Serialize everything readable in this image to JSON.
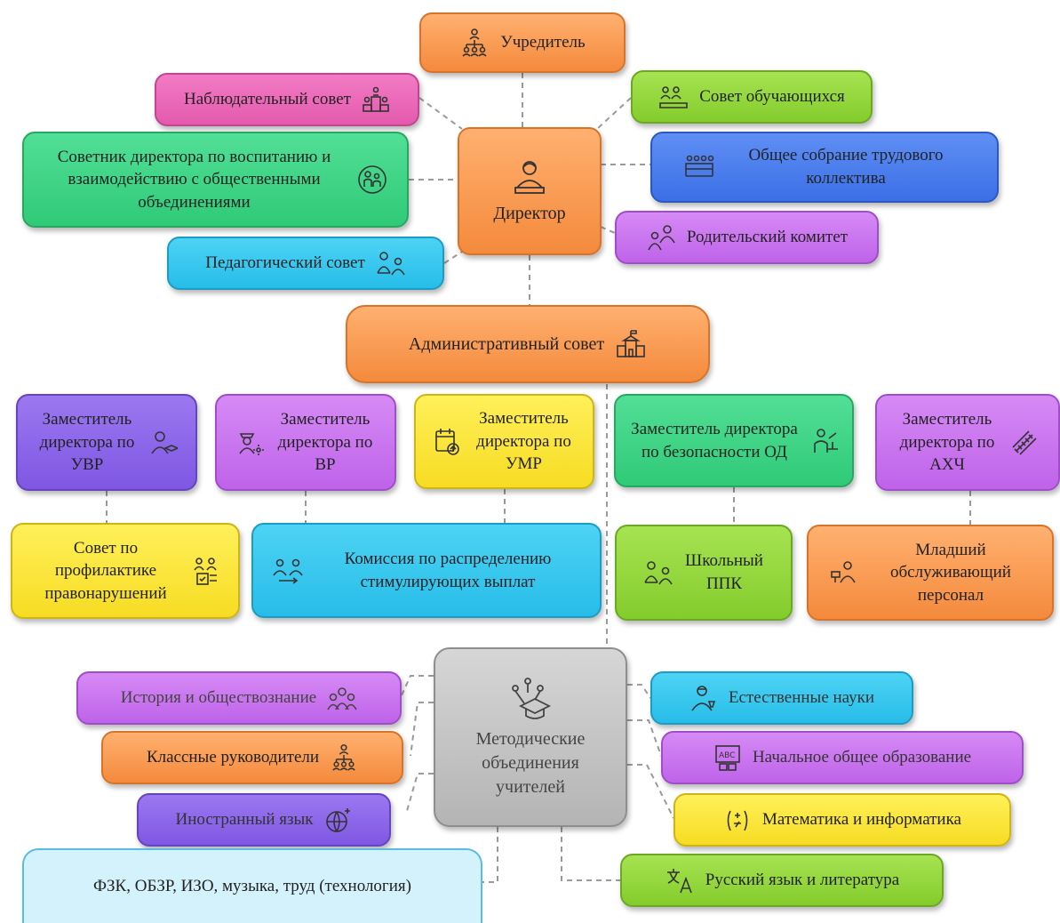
{
  "nodes": {
    "uchreditel": "Учредитель",
    "nablyud_sovet": "Наблюдательный совет",
    "sovet_obuch": "Совет обучающихся",
    "sovetnik": "Советник директора по воспитанию и взаимодействию с общественными объединениями",
    "director": "Директор",
    "obshee_sobranie": "Общее собрание трудового коллектива",
    "roditelsky": "Родительский комитет",
    "pedsovet": "Педагогический совет",
    "admin_sovet": "Административный совет",
    "zam_uvr": "Заместитель директора по УВР",
    "zam_vr": "Заместитель директора по ВР",
    "zam_umr": "Заместитель директора по УМР",
    "zam_bezop": "Заместитель директора по безопасности ОД",
    "zam_ahch": "Заместитель директора по АХЧ",
    "sovet_profil": "Совет по профилактике правонарушений",
    "komissiya": "Комиссия по распределению стимулирующих выплат",
    "shkolny_ppk": "Школьный ППК",
    "mladshy": "Младший обслуживающий персонал",
    "metod": "Методические объединения учителей",
    "istoriya": "История и обществознание",
    "klassnye": "Классные руководители",
    "inostranny": "Иностранный язык",
    "fzk": "ФЗК, ОБЗР, ИЗО, музыка, труд (технология)",
    "estestv": "Естественные науки",
    "nachalnoe": "Начальное общее образование",
    "matem": "Математика и информатика",
    "russky": "Русский язык и литература"
  },
  "colors": {
    "orange": "#f48a3c",
    "pink": "#e45aad",
    "lime": "#84cc2c",
    "green": "#2fca78",
    "blue": "#3b6fe6",
    "violet": "#bf63ea",
    "sky": "#27bde8",
    "indigo": "#7f57e3",
    "yellow": "#f7dc23",
    "gray": "#b4b4b4",
    "light": "#d3f2fb"
  }
}
